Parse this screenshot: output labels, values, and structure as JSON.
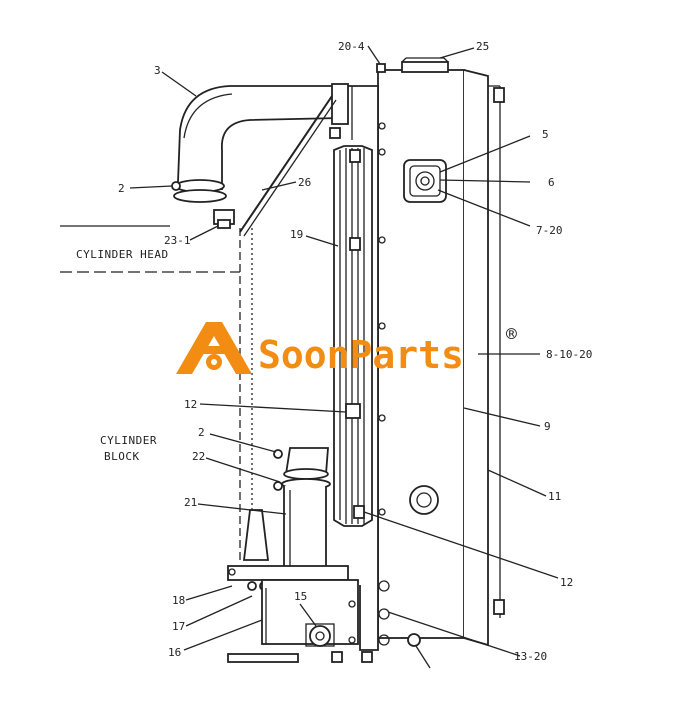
{
  "labels": {
    "l_20_4": "20-4",
    "l_25": "25",
    "l_3": "3",
    "l_5": "5",
    "l_6": "6",
    "l_7_20": "7-20",
    "l_2a": "2",
    "l_26": "26",
    "l_23_1": "23-1",
    "l_19": "19",
    "l_8_10_20": "8-10-20",
    "l_12a": "12",
    "l_9": "9",
    "l_2b": "2",
    "l_22": "22",
    "l_11": "11",
    "l_21": "21",
    "l_12b": "12",
    "l_18": "18",
    "l_15": "15",
    "l_17": "17",
    "l_16": "16",
    "l_13_20": "13-20"
  },
  "notes": {
    "cylinder_head": "CYLINDER HEAD",
    "cylinder_block_1": "CYLINDER",
    "cylinder_block_2": "BLOCK"
  },
  "watermark": {
    "brand": "SoonParts",
    "registered": "®",
    "color": "#F28C13"
  }
}
